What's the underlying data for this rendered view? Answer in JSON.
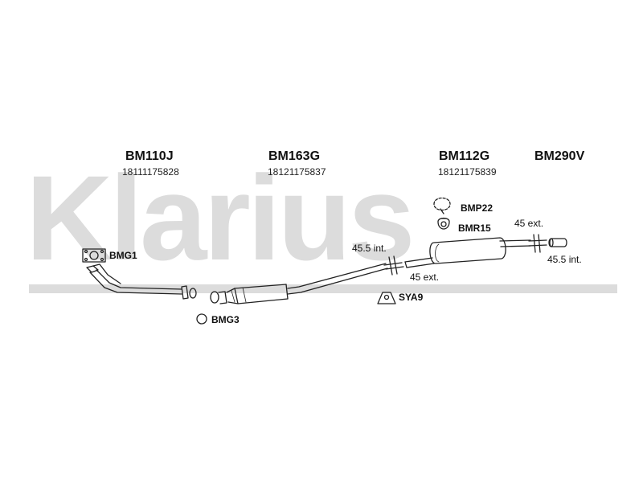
{
  "brand_watermark": "Klarius",
  "parts": [
    {
      "code": "BM110J",
      "number": "18111175828"
    },
    {
      "code": "BM163G",
      "number": "18121175837"
    },
    {
      "code": "BM112G",
      "number": "18121175839"
    },
    {
      "code": "BM290V",
      "number": ""
    }
  ],
  "fittings": {
    "bmg1": "BMG1",
    "bmg3": "BMG3",
    "sya9": "SYA9",
    "bmp22": "BMP22",
    "bmr15": "BMR15"
  },
  "dimensions": {
    "joint1_int": "45.5 int.",
    "joint1_ext": "45 ext.",
    "joint2_ext": "45 ext.",
    "joint2_int": "45.5 int."
  },
  "colors": {
    "watermark": "#dcdcdc",
    "line": "#222222"
  }
}
